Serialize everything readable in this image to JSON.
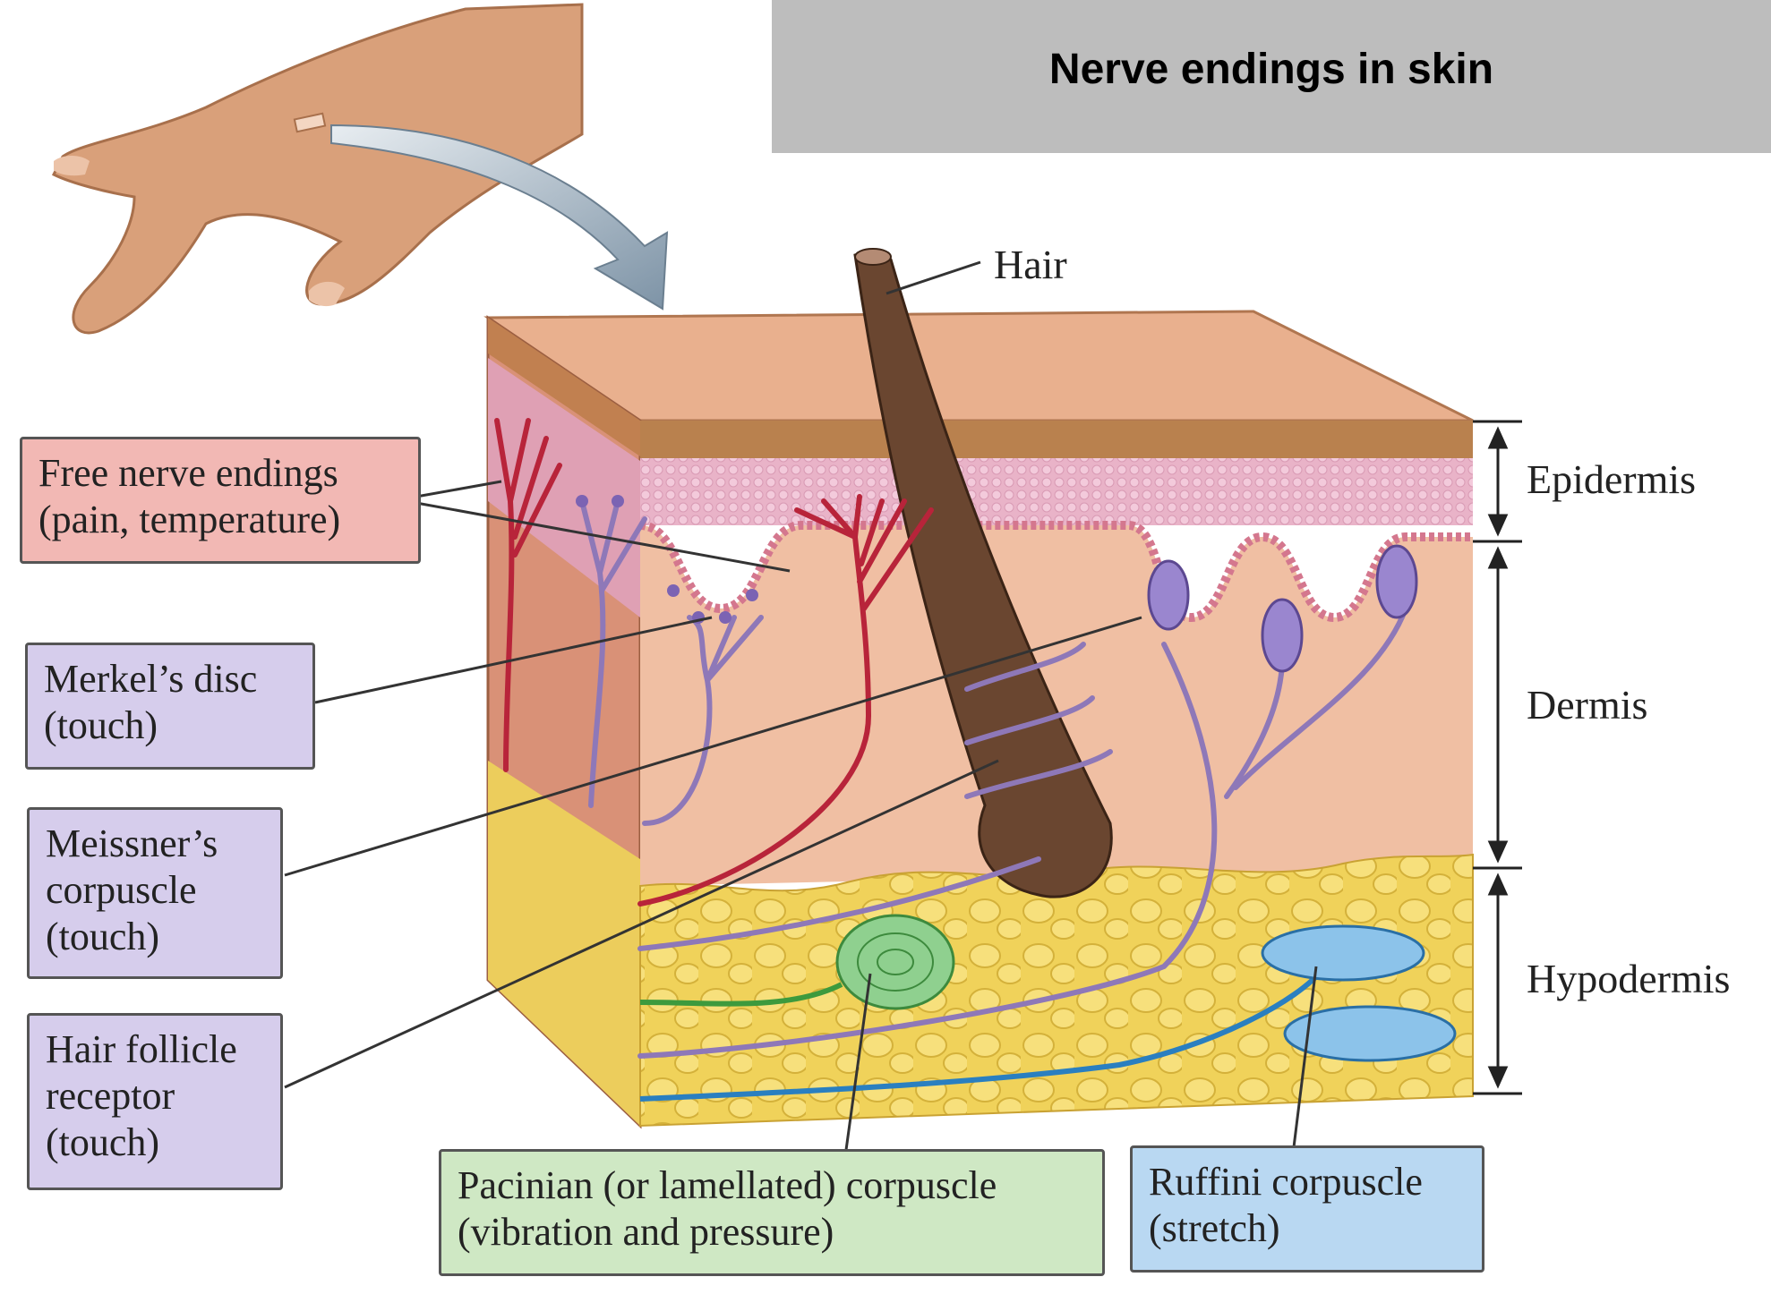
{
  "title": "Nerve endings in skin",
  "structure_labels": {
    "hair": "Hair",
    "epidermis": "Epidermis",
    "dermis": "Dermis",
    "hypodermis": "Hypodermis"
  },
  "receptors": {
    "free_nerve": {
      "line1": "Free nerve endings",
      "line2": "(pain, temperature)"
    },
    "merkel": {
      "line1": "Merkel’s disc",
      "line2": "(touch)"
    },
    "meissner": {
      "line1": "Meissner’s",
      "line2": "corpuscle",
      "line3": "(touch)"
    },
    "hair_follicle": {
      "line1": "Hair follicle",
      "line2": "receptor",
      "line3": "(touch)"
    },
    "pacinian": {
      "line1": "Pacinian (or lamellated) corpuscle",
      "line2": "(vibration and pressure)"
    },
    "ruffini": {
      "line1": "Ruffini corpuscle",
      "line2": "(stretch)"
    }
  },
  "colors": {
    "free_nerve_box": "#f2b8b4",
    "touch_box": "#d6cdec",
    "pacinian_box": "#cfe8c4",
    "ruffini_box": "#b9d8f2",
    "title_bar": "#bdbdbd"
  }
}
